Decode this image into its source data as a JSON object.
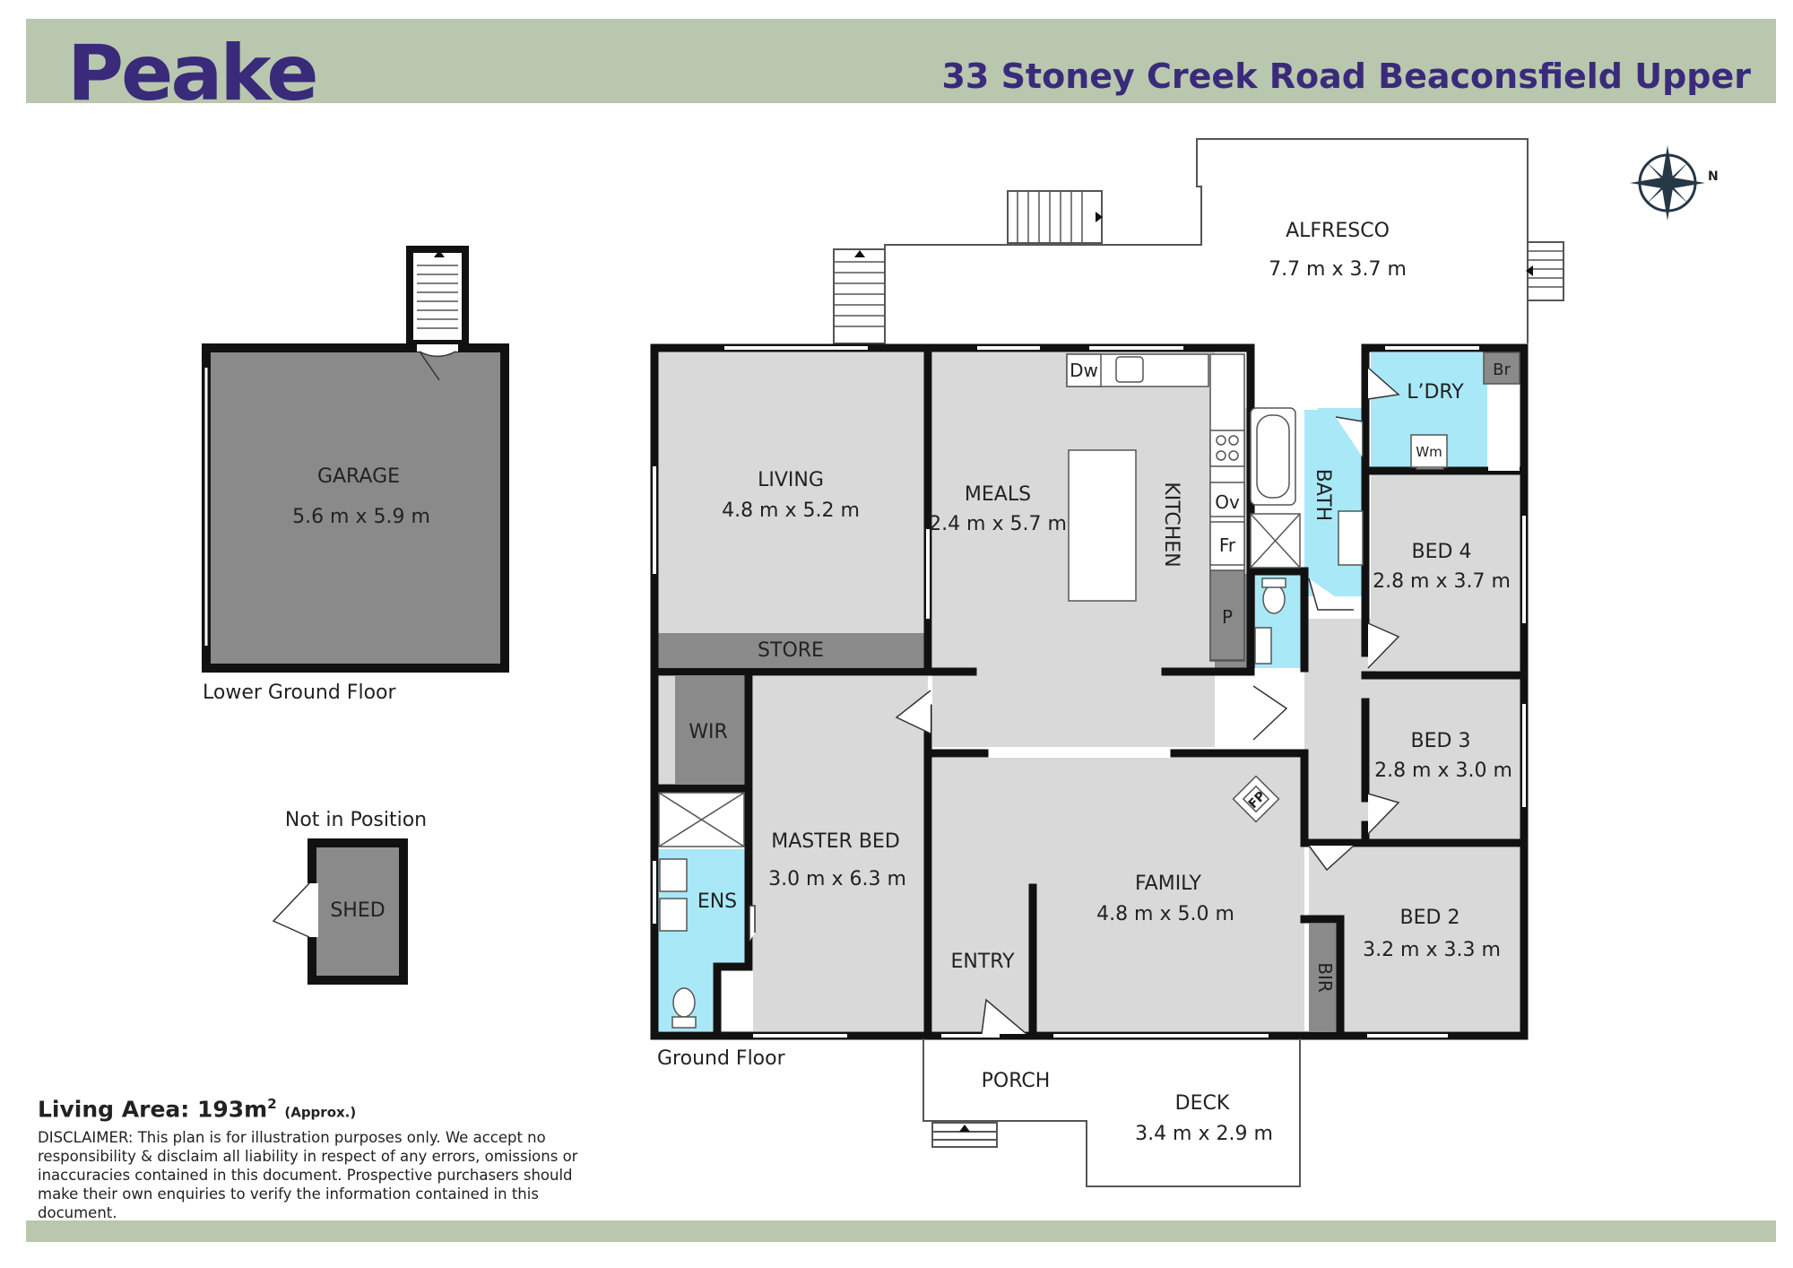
{
  "header": {
    "brand": "Peake",
    "address": "33 Stoney Creek Road Beaconsfield Upper"
  },
  "floors": {
    "lower": "Lower Ground Floor",
    "ground": "Ground Floor",
    "shed_note": "Not in Position"
  },
  "rooms": {
    "alfresco": {
      "name": "ALFRESCO",
      "size": "7.7 m x 3.7 m"
    },
    "garage": {
      "name": "GARAGE",
      "size": "5.6 m x 5.9 m"
    },
    "living": {
      "name": "LIVING",
      "size": "4.8 m x 5.2 m"
    },
    "meals": {
      "name": "MEALS",
      "size": "2.4 m x 5.7 m"
    },
    "kitchen": {
      "name": "KITCHEN"
    },
    "bath": {
      "name": "BATH"
    },
    "laundry": {
      "name": "L’DRY"
    },
    "bed4": {
      "name": "BED 4",
      "size": "2.8 m x 3.7 m"
    },
    "bed3": {
      "name": "BED 3",
      "size": "2.8 m x 3.0 m"
    },
    "bed2": {
      "name": "BED 2",
      "size": "3.2 m x 3.3 m"
    },
    "store": {
      "name": "STORE"
    },
    "wir": {
      "name": "WIR"
    },
    "master": {
      "name": "MASTER BED",
      "size": "3.0 m x 6.3 m"
    },
    "ens": {
      "name": "ENS"
    },
    "family": {
      "name": "FAMILY",
      "size": "4.8 m x 5.0 m"
    },
    "entry": {
      "name": "ENTRY"
    },
    "bir": {
      "name": "BIR"
    },
    "porch": {
      "name": "PORCH"
    },
    "deck": {
      "name": "DECK",
      "size": "3.4 m x 2.9 m"
    },
    "shed": {
      "name": "SHED"
    }
  },
  "fixtures": {
    "dw": "Dw",
    "ov": "Ov",
    "fr": "Fr",
    "p": "P",
    "br": "Br",
    "wm": "Wm",
    "fp": "FP"
  },
  "compass": {
    "north": "N"
  },
  "footer": {
    "living_area_label": "Living Area: 193m",
    "living_area_sup": "2",
    "living_area_note": "(Approx.)",
    "disclaimer_lines": [
      "DISCLAIMER: This plan is for illustration purposes only. We accept no",
      "responsibility & disclaim all liability in respect of any errors, omissions or",
      "inaccuracies contained in this document. Prospective purchasers should",
      "make their own enquiries to verify the information contained in this document."
    ]
  },
  "colors": {
    "header_band": "#b8c7ae",
    "brand_purple": "#3a2a7a",
    "garage_fill": "#8a8a8a",
    "room_fill": "#d9d9d9",
    "wet_area_fill": "#a9e8f7",
    "storage_fill": "#8a8a8a",
    "wall": "#111111"
  }
}
